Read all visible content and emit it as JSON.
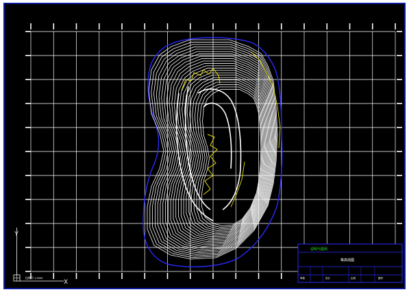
{
  "viewport": {
    "background": "#000000",
    "frame_color": "#0a1a9c",
    "grid_color": "#ffffff",
    "contour_color": "#ffffff",
    "accent_contour_color": "#e8e000",
    "boundary_color": "#2a2aff"
  },
  "drawing": {
    "grid": {
      "columns": 16,
      "rows": 10
    },
    "title_block": {
      "header": "说明与图例",
      "name": "等高线图",
      "footer_fields": [
        "审核",
        "设计",
        "比例",
        "图号"
      ]
    }
  },
  "ucs_icon": {
    "name": "ucs-icon",
    "x_label": "X",
    "y_label": "Y"
  },
  "scale_bar": {
    "label": "比例尺 1:2000"
  }
}
